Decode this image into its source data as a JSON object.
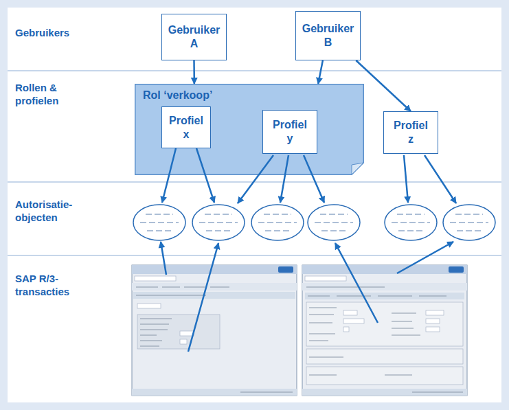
{
  "diagram": {
    "nodes": [
      {
        "text": [
          "Gebruiker A"
        ]
      },
      {
        "text": [
          "Gebruiker B"
        ]
      },
      {
        "text": [
          "Rol ‘verkoop’"
        ]
      },
      {
        "text": [
          "Profiel x"
        ],
        "in": 2
      },
      {
        "text": [
          "Profiel y"
        ],
        "in": 2
      },
      {
        "text": [
          "Profiel z"
        ]
      }
    ],
    "edges": [
      {
        "from": 0,
        "to": 2,
        "arrow": "to"
      },
      {
        "from": 1,
        "to": 2,
        "arrow": "to"
      },
      {
        "from": 1,
        "to": 5,
        "arrow": "to"
      }
    ],
    "labels": [
      "Gebruikers",
      "Rollen & profielen",
      "Autorisatie-objecten",
      "SAP R/3-transacties"
    ]
  }
}
